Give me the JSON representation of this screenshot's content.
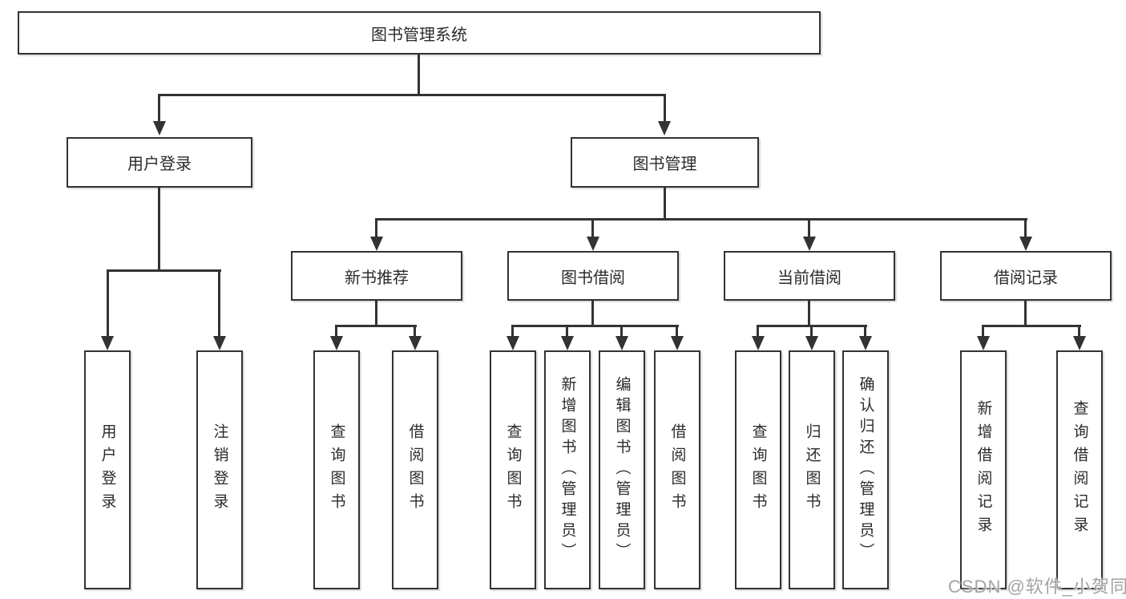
{
  "diagram": {
    "root": {
      "label": "图书管理系统"
    },
    "branches": [
      {
        "label": "用户登录",
        "leaves": [
          {
            "label": "用户登录"
          },
          {
            "label": "注销登录"
          }
        ]
      },
      {
        "label": "图书管理",
        "children": [
          {
            "label": "新书推荐",
            "leaves": [
              {
                "label": "查询图书"
              },
              {
                "label": "借阅图书"
              }
            ]
          },
          {
            "label": "图书借阅",
            "leaves": [
              {
                "label": "查询图书"
              },
              {
                "label": "新增图书（管理员）"
              },
              {
                "label": "编辑图书（管理员）"
              },
              {
                "label": "借阅图书"
              }
            ]
          },
          {
            "label": "当前借阅",
            "leaves": [
              {
                "label": "查询图书"
              },
              {
                "label": "归还图书"
              },
              {
                "label": "确认归还（管理员）"
              }
            ]
          },
          {
            "label": "借阅记录",
            "leaves": [
              {
                "label": "新增借阅记录"
              },
              {
                "label": "查询借阅记录"
              }
            ]
          }
        ]
      }
    ]
  },
  "watermark": {
    "text": "CSDN @软件_小贺同学"
  },
  "colors": {
    "line": "#333333",
    "box_border": "#333333",
    "background": "#ffffff",
    "text": "#2b2b2b",
    "watermark": "#9e9e9e"
  }
}
